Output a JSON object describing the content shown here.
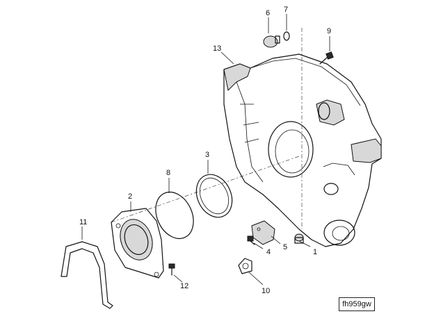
{
  "figure_id": "fh959gw",
  "callouts": [
    {
      "label": "1",
      "part": "dowel-pin"
    },
    {
      "label": "2",
      "part": "rear-seal-carrier"
    },
    {
      "label": "3",
      "part": "rear-crankshaft-seal"
    },
    {
      "label": "4",
      "part": "cover-capscrew"
    },
    {
      "label": "5",
      "part": "access-cover"
    },
    {
      "label": "6",
      "part": "pipe-plug"
    },
    {
      "label": "7",
      "part": "o-ring-small"
    },
    {
      "label": "8",
      "part": "o-ring-large"
    },
    {
      "label": "9",
      "part": "housing-capscrew"
    },
    {
      "label": "10",
      "part": "lifting-bracket"
    },
    {
      "label": "11",
      "part": "carrier-gasket"
    },
    {
      "label": "12",
      "part": "carrier-capscrew"
    },
    {
      "label": "13",
      "part": "flywheel-housing"
    }
  ]
}
